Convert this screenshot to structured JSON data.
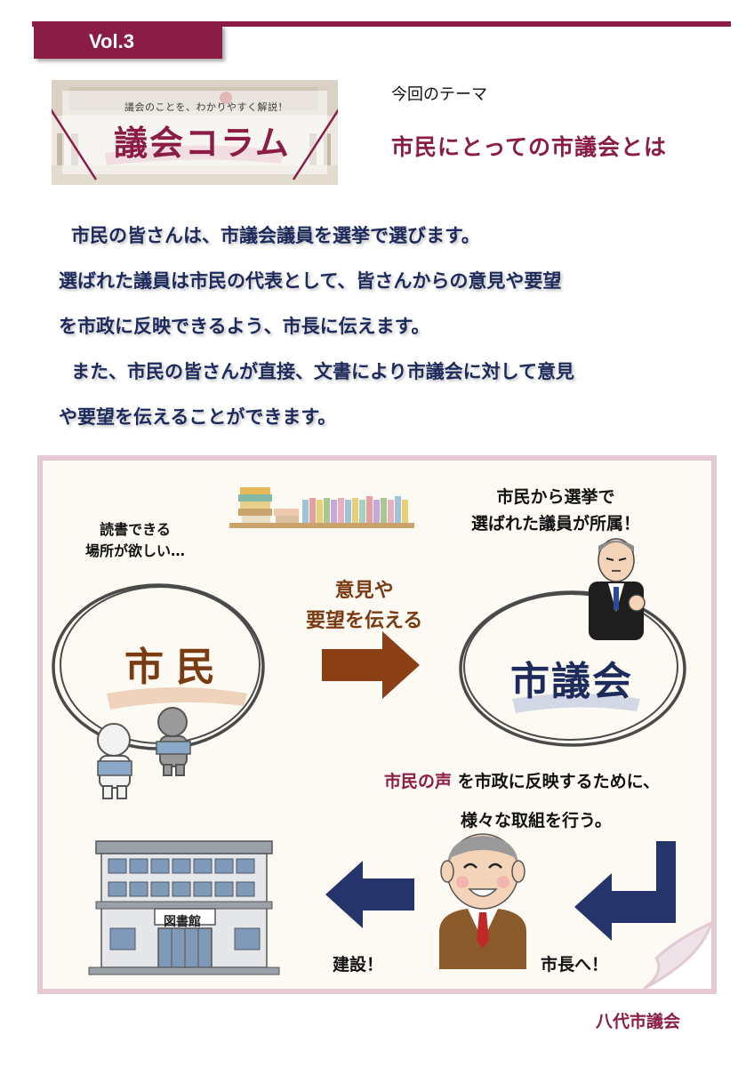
{
  "header": {
    "vol_label": "Vol.3"
  },
  "banner": {
    "subtitle": "議会のことを、わかりやすく解説！",
    "title": "議会コラム"
  },
  "theme": {
    "label": "今回のテーマ",
    "title": "市民にとっての市議会とは"
  },
  "body": {
    "lines": [
      "市民の皆さんは、市議会議員を選挙で選びます。",
      "選ばれた議員は市民の代表として、皆さんからの意見や要望",
      "を市政に反映できるよう、市長に伝えます。",
      "また、市民の皆さんが直接、文書により市議会に対して意見",
      "や要望を伝えることができます。"
    ]
  },
  "diagram": {
    "speech_line1": "読書できる",
    "speech_line2": "場所が欲しい…",
    "elected_line1": "市民から選挙で",
    "elected_line2": "選ばれた議員が所属！",
    "opinion_line1": "意見や",
    "opinion_line2": "要望を伝える",
    "citizen": "市民",
    "council": "市議会",
    "voice_highlight": "市民の声",
    "voice_rest": " を市政に反映するために、",
    "efforts": "様々な取組を行う。",
    "library_sign": "図書館",
    "build": "建設！",
    "to_mayor": "市長へ！"
  },
  "footer": {
    "org": "八代市議会"
  },
  "colors": {
    "accent": "#8a1c46",
    "navy": "#1d2a5c",
    "brown": "#7a3a12",
    "panel_border": "#e3c9d3"
  }
}
